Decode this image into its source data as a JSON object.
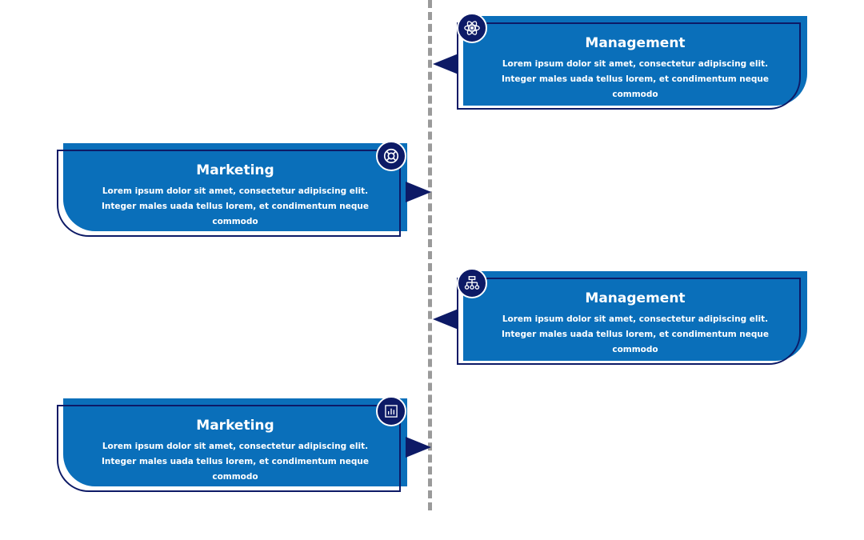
{
  "colors": {
    "card_fill": "#0a6fba",
    "card_outline": "#0d1a66",
    "badge": "#0d1a66",
    "timeline": "#9a9a9a"
  },
  "items": [
    {
      "title": "Management",
      "text": "Lorem ipsum dolor sit amet, consectetur adipiscing elit. Integer males uada tellus lorem, et condimentum neque commodo",
      "icon": "atom-icon",
      "side": "right"
    },
    {
      "title": "Marketing",
      "text": "Lorem ipsum dolor sit amet, consectetur adipiscing elit. Integer males uada tellus lorem, et condimentum neque commodo",
      "icon": "lifebuoy-icon",
      "side": "left"
    },
    {
      "title": "Management",
      "text": "Lorem ipsum dolor sit amet, consectetur adipiscing elit. Integer males uada tellus lorem, et condimentum neque commodo",
      "icon": "hierarchy-icon",
      "side": "right"
    },
    {
      "title": "Marketing",
      "text": "Lorem ipsum dolor sit amet, consectetur adipiscing elit. Integer males uada tellus lorem, et condimentum neque commodo",
      "icon": "bar-chart-icon",
      "side": "left"
    }
  ]
}
